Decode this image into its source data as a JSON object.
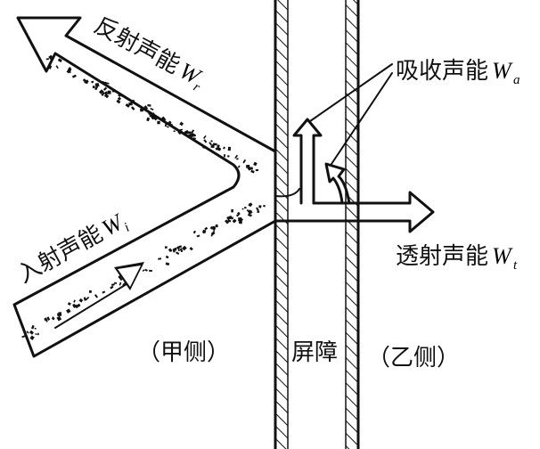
{
  "labels": {
    "reflected": {
      "text": "反射声能",
      "symbol": "W",
      "sub": "r"
    },
    "incident": {
      "text": "入射声能",
      "symbol": "W",
      "sub": "i"
    },
    "absorbed": {
      "text": "吸收声能",
      "symbol": "W",
      "sub": "a"
    },
    "transmitted": {
      "text": "透射声能",
      "symbol": "W",
      "sub": "t"
    },
    "side_a": "（甲侧）",
    "barrier": "屏障",
    "side_b": "（乙侧）"
  },
  "colors": {
    "ink": "#111111",
    "background": "#ffffff"
  }
}
